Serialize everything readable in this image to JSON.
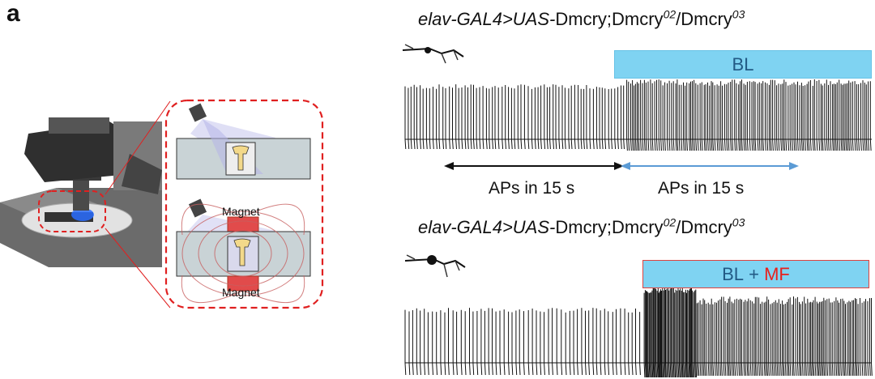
{
  "panel_letter": "a",
  "genotype_top": {
    "p1": "elav-GAL4>UAS-",
    "p2": "Dmcry;",
    "p3": "Dmcry",
    "sup1": "02",
    "p4": "/Dmcry",
    "sup2": "03"
  },
  "genotype_bottom": {
    "p1": "elav-GAL4>UAS-",
    "p2": "Dmcry;",
    "p3": "Dmcry",
    "sup1": "02",
    "p4": "/Dmcry",
    "sup2": "03"
  },
  "bl_label": "BL",
  "blmf_label": {
    "bl": "BL",
    "plus": " + ",
    "mf": "MF"
  },
  "aps_left": "APs in 15 s",
  "aps_right": "APs in 15 s",
  "magnet_top": "Magnet",
  "magnet_bottom": "Magnet",
  "colors": {
    "bl_bar": "#7fd3f2",
    "mf_text": "#e8201c",
    "arrow_right": "#5b9bd5",
    "dashed": "#e02020"
  },
  "icons": [
    "microscope-icon",
    "light-source-icon",
    "neuron-icon",
    "drosophila-brain-icon"
  ]
}
